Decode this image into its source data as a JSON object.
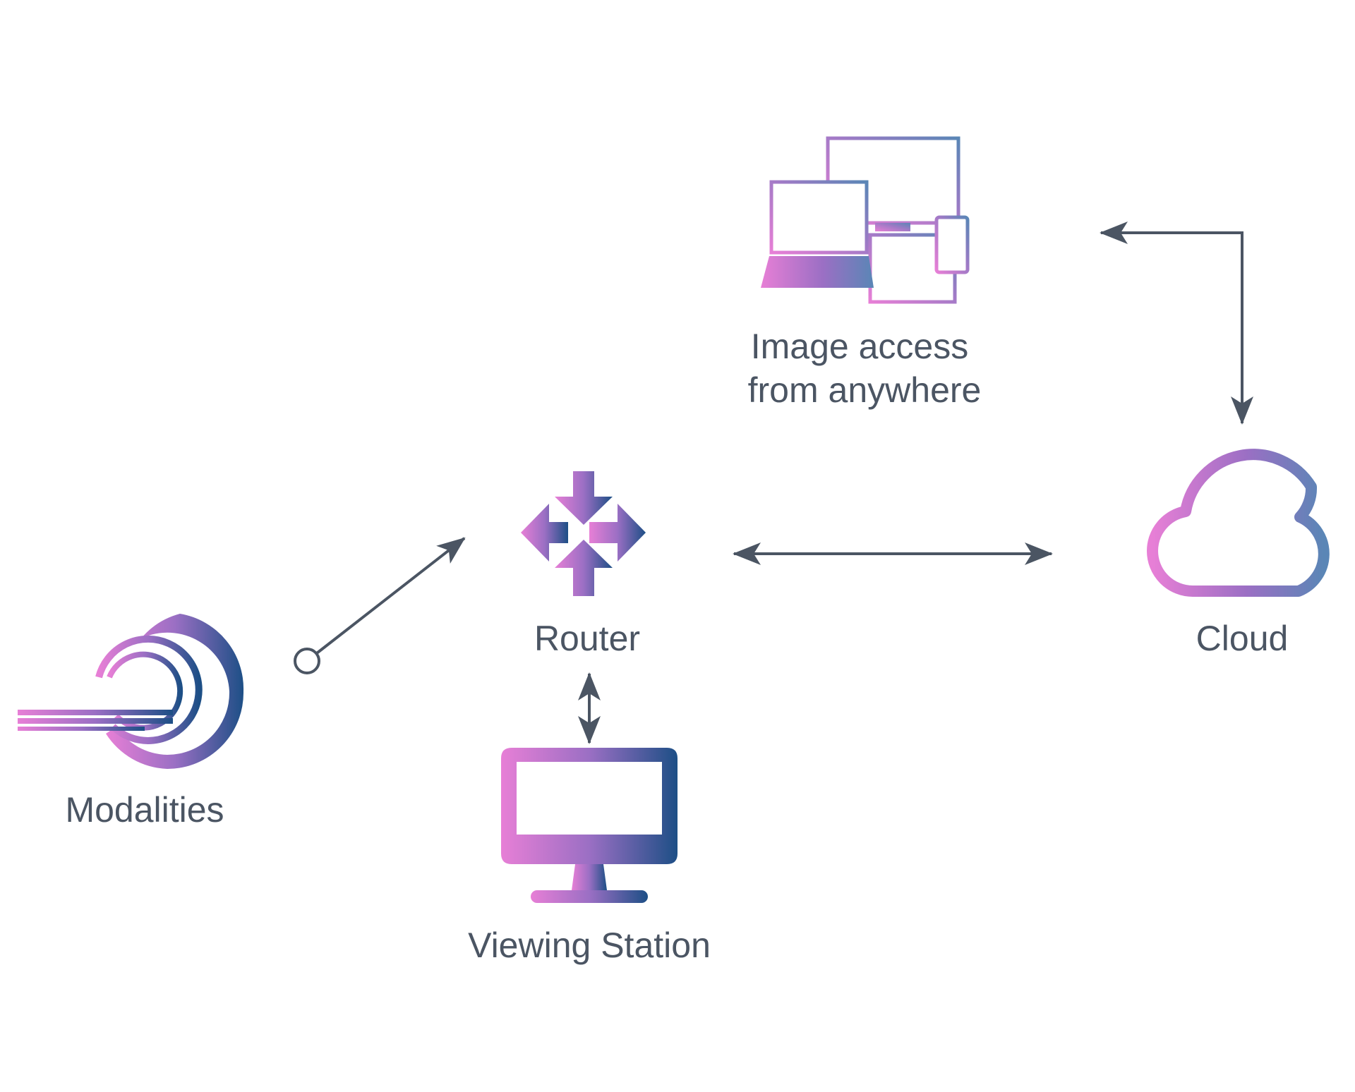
{
  "colors": {
    "gradient_start": "#e77fd6",
    "gradient_mid": "#9b6fc4",
    "gradient_end": "#1d4f86",
    "gradient_light_end": "#5a86b6",
    "arrow": "#4b5563",
    "label": "#4b5563",
    "background": "#ffffff"
  },
  "nodes": {
    "modalities": {
      "label": "Modalities",
      "icon": "mri-scanner-icon"
    },
    "router": {
      "label": "Router",
      "icon": "router-icon"
    },
    "viewing_station": {
      "label": "Viewing Station",
      "icon": "monitor-icon"
    },
    "cloud": {
      "label": "Cloud",
      "icon": "cloud-icon"
    },
    "image_access": {
      "label_line1": "Image access",
      "label_line2": "from anywhere",
      "icon": "devices-icon"
    }
  },
  "connections": [
    {
      "from": "modalities",
      "to": "router",
      "direction": "one-way"
    },
    {
      "from": "router",
      "to": "cloud",
      "direction": "two-way"
    },
    {
      "from": "router",
      "to": "viewing_station",
      "direction": "two-way"
    },
    {
      "from": "cloud",
      "to": "image_access",
      "direction": "two-way"
    }
  ]
}
